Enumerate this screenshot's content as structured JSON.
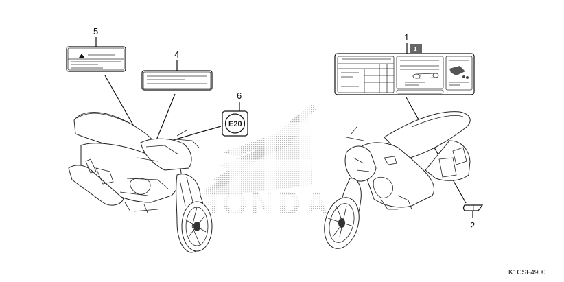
{
  "diagram": {
    "type": "parts-label-location-diagram",
    "watermark": "HONDA",
    "figure_code": "K1CSF4900",
    "tag_colors": {
      "line": "#111111",
      "tag_badge": "#666666",
      "watermark_dots": "#bbbbbb"
    },
    "callouts": [
      {
        "number": "1",
        "part": "multi-panel info label (table, chain diagram, parts)",
        "badge": "1"
      },
      {
        "number": "2",
        "part": "small tab label"
      },
      {
        "number": "4",
        "part": "rectangular text label"
      },
      {
        "number": "5",
        "part": "caution warning label"
      },
      {
        "number": "6",
        "part": "fuel label",
        "text": "E20"
      }
    ]
  }
}
